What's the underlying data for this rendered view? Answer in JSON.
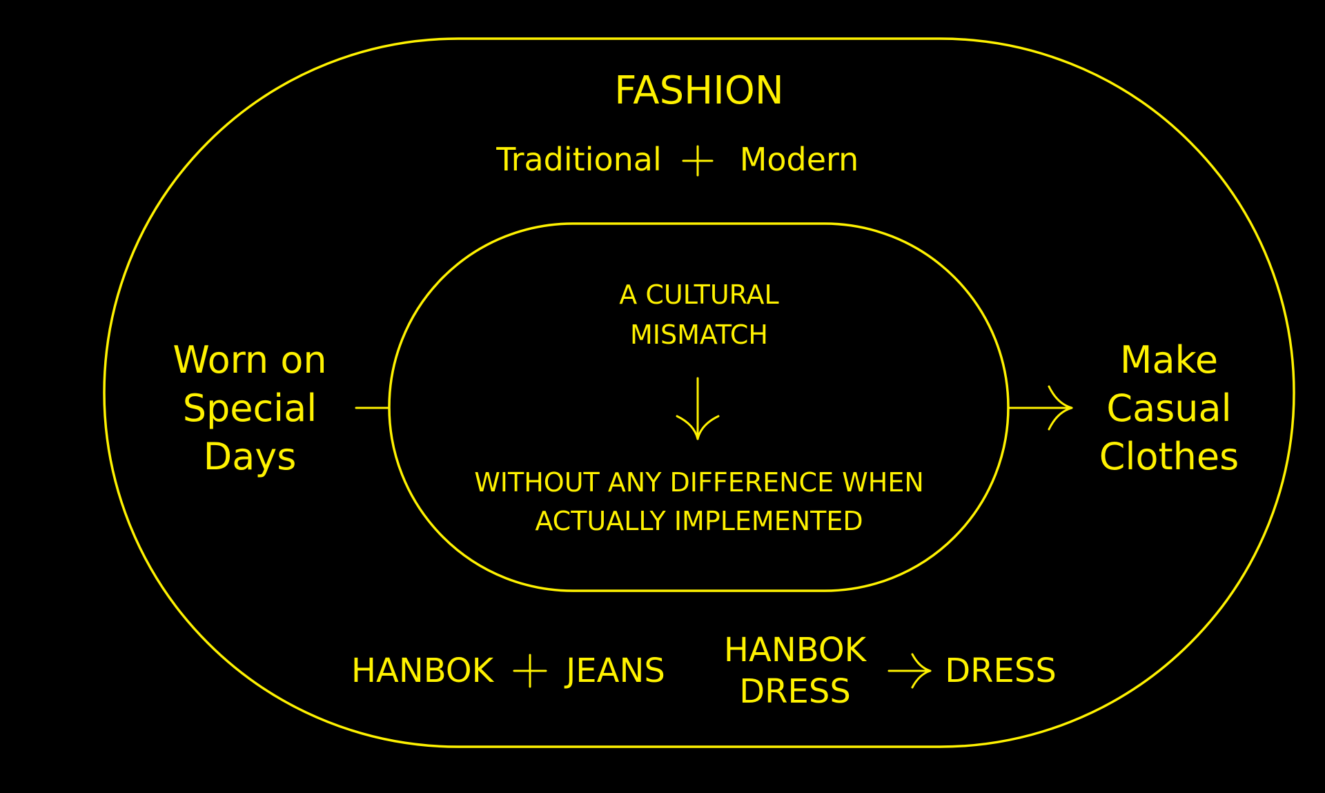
{
  "colors": {
    "background": "#000000",
    "accent": "#FFF200"
  },
  "outer": {
    "title": "FASHION",
    "subtitle_left": "Traditional",
    "subtitle_right": "Modern"
  },
  "inner": {
    "top_line1": "A CULTURAL",
    "top_line2": "MISMATCH",
    "bottom_line1": "WITHOUT ANY DIFFERENCE WHEN",
    "bottom_line2": "ACTUALLY IMPLEMENTED"
  },
  "left_label": {
    "line1": "Worn on",
    "line2": "Special",
    "line3": "Days"
  },
  "right_label": {
    "line1": "Make",
    "line2": "Casual",
    "line3": "Clothes"
  },
  "bottom": {
    "combo_left": "HANBOK",
    "combo_right": "JEANS",
    "source_line1": "HANBOK",
    "source_line2": "DRESS",
    "target": "DRESS"
  },
  "icons": {
    "plus": "plus-icon",
    "arrow_down": "arrow-down-icon",
    "arrow_right": "arrow-right-icon"
  }
}
